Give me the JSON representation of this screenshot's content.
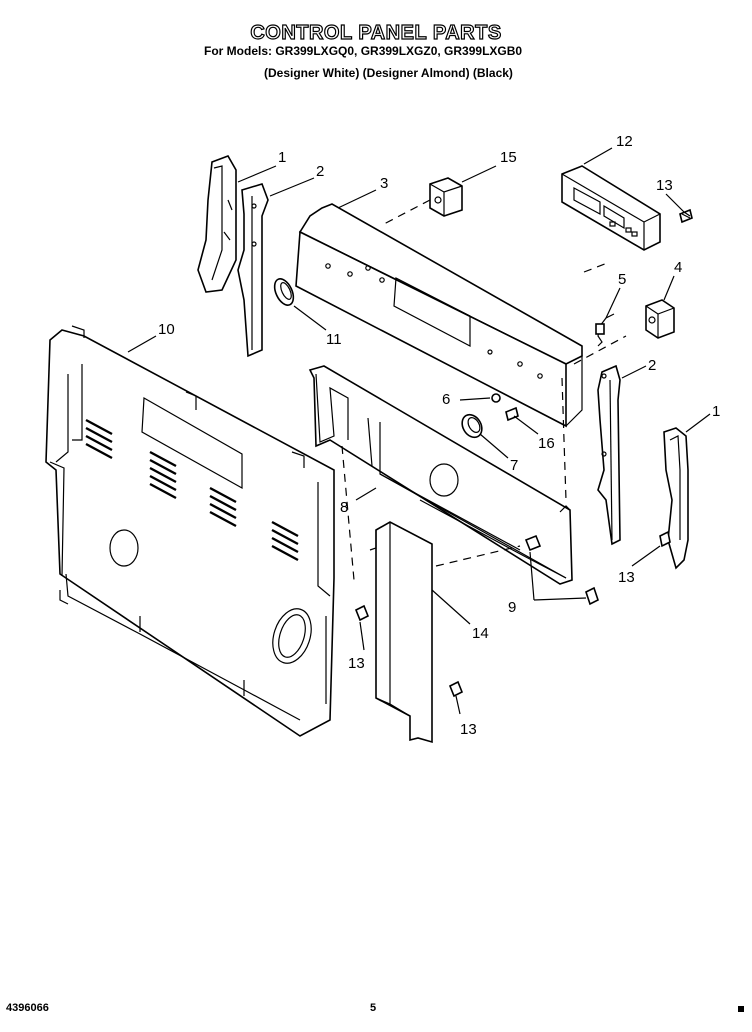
{
  "header": {
    "title": "CONTROL PANEL PARTS",
    "models": "For Models: GR399LXGQ0, GR399LXGZ0, GR399LXGB0",
    "colors": "(Designer White) (Designer Almond) (Black)"
  },
  "callouts": {
    "c1a": "1",
    "c2a": "2",
    "c3": "3",
    "c15": "15",
    "c12": "12",
    "c13a": "13",
    "c4": "4",
    "c5": "5",
    "c10": "10",
    "c11": "11",
    "c2b": "2",
    "c1b": "1",
    "c6": "6",
    "c16": "16",
    "c7": "7",
    "c8": "8",
    "c13b": "13",
    "c9": "9",
    "c14": "14",
    "c13c": "13",
    "c13d": "13"
  },
  "footer": {
    "doc_number": "4396066",
    "page_number": "5"
  }
}
